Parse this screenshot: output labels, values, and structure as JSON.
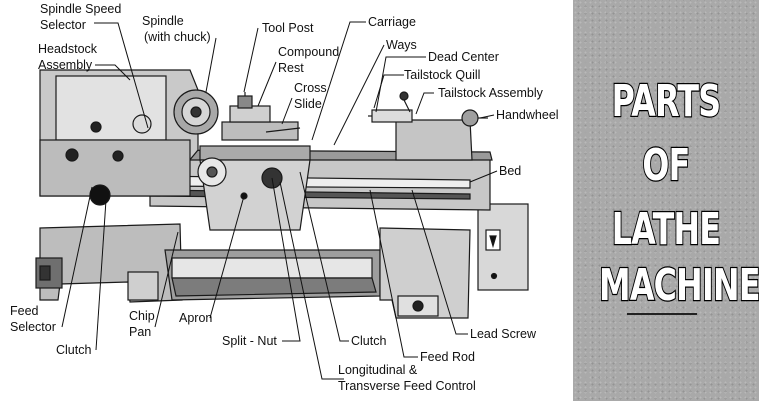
{
  "labels": {
    "spindle_speed_selector_1": "Spindle Speed",
    "spindle_speed_selector_2": "Selector",
    "headstock_assembly_1": "Headstock",
    "headstock_assembly_2": "Assembly",
    "spindle_1": "Spindle",
    "spindle_2": "(with chuck)",
    "tool_post": "Tool Post",
    "compound_rest_1": "Compound",
    "compound_rest_2": "Rest",
    "cross_slide_1": "Cross",
    "cross_slide_2": "Slide",
    "carriage": "Carriage",
    "ways": "Ways",
    "dead_center": "Dead Center",
    "tailstock_quill": "Tailstock Quill",
    "tailstock_assembly": "Tailstock Assembly",
    "handwheel": "Handwheel",
    "bed": "Bed",
    "feed_selector_1": "Feed",
    "feed_selector_2": "Selector",
    "clutch_left": "Clutch",
    "chip_pan_1": "Chip",
    "chip_pan_2": "Pan",
    "apron": "Apron",
    "split_nut": "Split - Nut",
    "clutch_right": "Clutch",
    "feed_rod": "Feed Rod",
    "lead_screw": "Lead Screw",
    "long_transverse_1": "Longitudinal &",
    "long_transverse_2": "Transverse Feed Control"
  },
  "title": {
    "line1": "PARTS",
    "line2": "OF",
    "line3": "LATHE",
    "line4": "MACHINE"
  }
}
